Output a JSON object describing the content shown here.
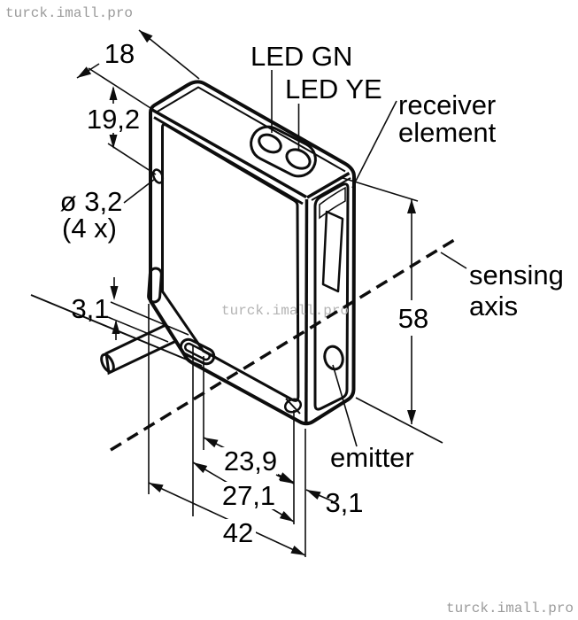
{
  "title": "Photoelectric sensor dimension drawing",
  "watermarks": {
    "top_left": "turck.imall.pro",
    "on_body": "turck.imall.pro",
    "bottom_right": "turck.imall.pro"
  },
  "labels": {
    "led_green": "LED GN",
    "led_yellow": "LED YE",
    "receiver_line1": "receiver",
    "receiver_line2": "element",
    "sensing_line1": "sensing",
    "sensing_line2": "axis",
    "emitter": "emitter"
  },
  "dimensions": {
    "top_width": "18",
    "hole_vertical_offset": "19,2",
    "hole_diameter": "ø 3,2",
    "hole_count": "(4 x)",
    "cable_offset": "3,1",
    "body_height": "58",
    "slot_to_hole": "23,9",
    "slot_to_front": "27,1",
    "total_depth": "42",
    "hole_to_front_edge": "3,1"
  },
  "colors": {
    "body_gray": "#9a9a9a",
    "outline": "#0d0d0d",
    "led_yellow": "#f7c300",
    "led_green_lens": "#c9c9c9",
    "cable_gray": "#c9c9c9",
    "emitter_lens": "#cdcdcd",
    "window_dark": "#404040",
    "watermark_corner": "#9b9b9b",
    "watermark_body": "#b3b3b3"
  }
}
